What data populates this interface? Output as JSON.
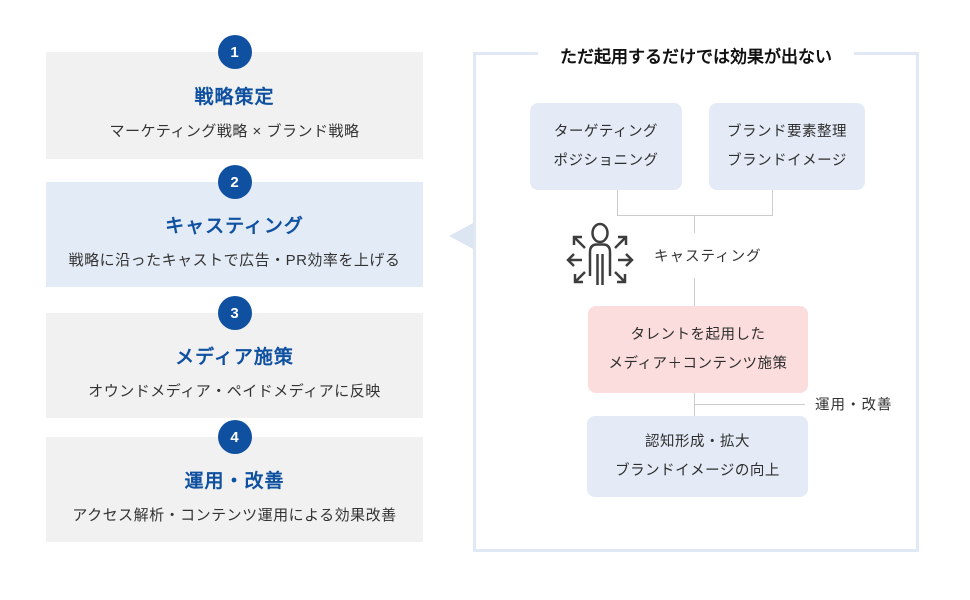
{
  "colors": {
    "accent_blue": "#0f51a0",
    "highlight_block_bg": "#e3ebf6",
    "gray_block_bg": "#f1f1f1",
    "panel_border": "#dfe8f4",
    "flow_box_blue": "#e4ebf7",
    "flow_box_pink": "#fcdddd",
    "connector_gray": "#cccccc",
    "text_dark": "#333333"
  },
  "steps": [
    {
      "number": "1",
      "title": "戦略策定",
      "desc": "マーケティング戦略 × ブランド戦略"
    },
    {
      "number": "2",
      "title": "キャスティング",
      "desc": "戦略に沿ったキャストで広告・PR効率を上げる"
    },
    {
      "number": "3",
      "title": "メディア施策",
      "desc": "オウンドメディア・ペイドメディアに反映"
    },
    {
      "number": "4",
      "title": "運用・改善",
      "desc": "アクセス解析・コンテンツ運用による効果改善"
    }
  ],
  "panel": {
    "title": "ただ起用するだけでは効果が出ない",
    "box_targeting": {
      "line1": "ターゲティング",
      "line2": "ポジショニング"
    },
    "box_brand": {
      "line1": "ブランド要素整理",
      "line2": "ブランドイメージ"
    },
    "casting_label": "キャスティング",
    "box_talent": {
      "line1": "タレントを起用した",
      "line2": "メディア＋コンテンツ施策"
    },
    "loop_label": "運用・改善",
    "box_result": {
      "line1": "認知形成・拡大",
      "line2": "ブランドイメージの向上"
    },
    "person_icon": "person-with-outward-arrows-icon"
  }
}
